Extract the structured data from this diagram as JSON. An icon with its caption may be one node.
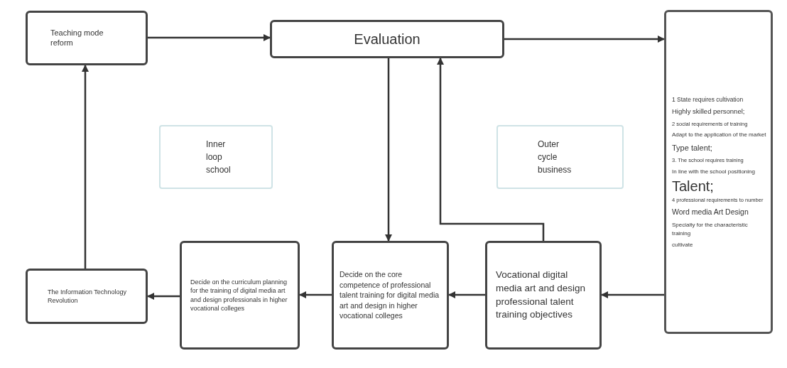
{
  "diagram": {
    "nodes": [
      {
        "text": [
          "Teaching mode reform"
        ]
      },
      {
        "text": [
          "Evaluation"
        ]
      },
      {
        "text": [
          "1 State requires cultivation",
          "Highly skilled personnel;",
          "2 social requirements of training",
          "Adapt to the application of the market",
          "Type talent;",
          "3. The school requires training",
          "In line with the school positioning",
          "Talent;",
          "4 professional requirements to number",
          "Word media Art Design",
          "Specialty for the characteristic training",
          "cultivate"
        ]
      },
      {
        "text": [
          "Inner loop school"
        ]
      },
      {
        "text": [
          "Outer cycle business"
        ]
      },
      {
        "text": [
          "The Information Technology Revolution"
        ]
      },
      {
        "text": [
          "Decide on the curriculum planning for the training of digital media art and design professionals in higher vocational colleges"
        ]
      },
      {
        "text": [
          "Decide on the core competence of professional talent training for digital media art and design in higher vocational colleges"
        ]
      },
      {
        "text": [
          "Vocational digital media art and design professional talent training objectives"
        ]
      }
    ],
    "edges": [
      {
        "from": 0,
        "to": 1,
        "arrow": "to"
      },
      {
        "from": 1,
        "to": 2,
        "arrow": "to"
      },
      {
        "from": 1,
        "to": 7,
        "arrow": "to"
      },
      {
        "from": 8,
        "to": 1,
        "arrow": "to"
      },
      {
        "from": 2,
        "to": 8,
        "arrow": "to"
      },
      {
        "from": 8,
        "to": 7,
        "arrow": "to"
      },
      {
        "from": 7,
        "to": 6,
        "arrow": "to"
      },
      {
        "from": 6,
        "to": 5,
        "arrow": "to"
      },
      {
        "from": 5,
        "to": 0,
        "arrow": "to"
      }
    ]
  }
}
